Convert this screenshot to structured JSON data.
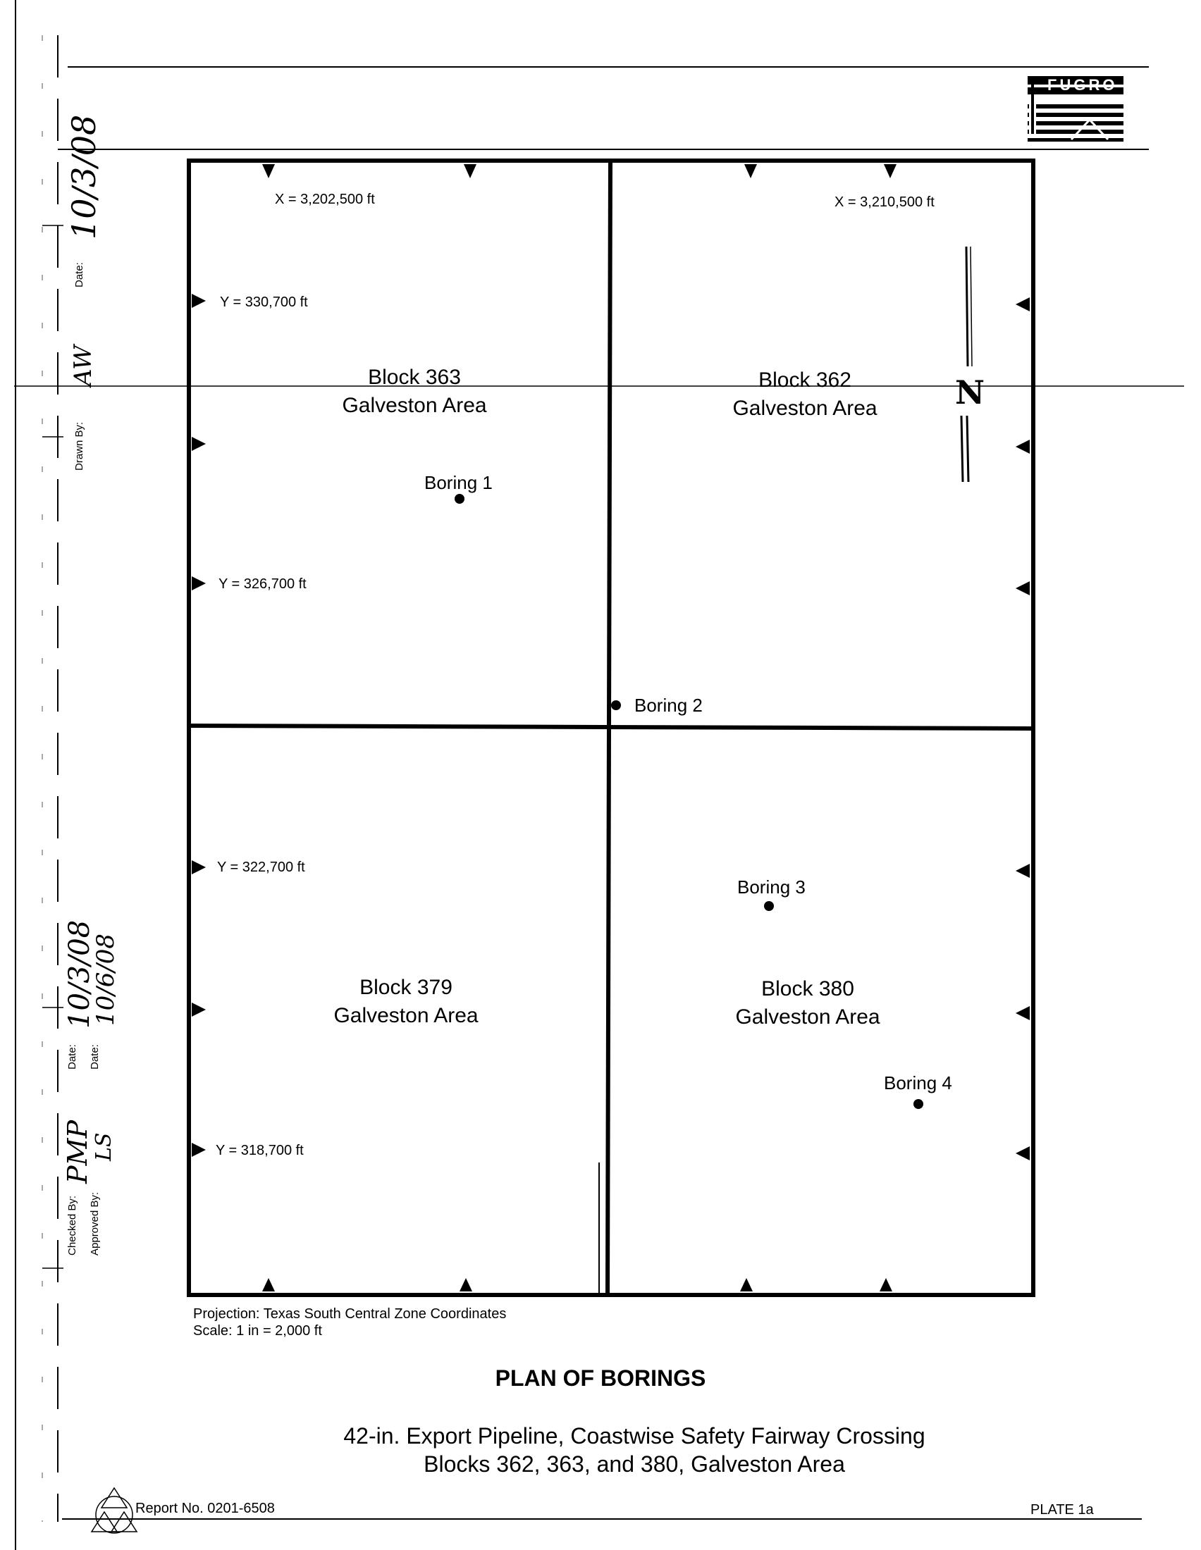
{
  "left_margin": {
    "date_label": "Date:",
    "drawn_by_label": "Drawn By:",
    "checked_by_label": "Checked By:",
    "approved_by_label": "Approved By:",
    "date_label_2": "Date:",
    "date_label_3": "Date:",
    "drawn_date_handwritten": "10/3/08",
    "drawn_by_initials": "AW",
    "checked_by_initials": "PMP",
    "checked_date": "10/3/08",
    "approved_by_initials": "LS",
    "approved_date": "10/6/08"
  },
  "logo": {
    "text": "FUGRO"
  },
  "map": {
    "blocks": [
      {
        "line1": "Block 363",
        "line2": "Galveston Area"
      },
      {
        "line1": "Block 362",
        "line2": "Galveston Area"
      },
      {
        "line1": "Block 379",
        "line2": "Galveston Area"
      },
      {
        "line1": "Block 380",
        "line2": "Galveston Area"
      }
    ],
    "x_coords": [
      "X = 3,202,500 ft",
      "X = 3,210,500 ft"
    ],
    "y_coords": [
      "Y = 330,700 ft",
      "Y = 326,700 ft",
      "Y = 322,700 ft",
      "Y = 318,700 ft"
    ],
    "borings": [
      "Boring 1",
      "Boring 2",
      "Boring 3",
      "Boring 4"
    ],
    "north_arrow_label": "N"
  },
  "notes": {
    "projection": "Projection:  Texas South Central Zone Coordinates",
    "scale": "Scale: 1 in = 2,000 ft"
  },
  "title": {
    "main": "PLAN OF BORINGS",
    "line1": "42-in. Export Pipeline, Coastwise Safety Fairway Crossing",
    "line2": "Blocks 362, 363, and 380, Galveston Area"
  },
  "footer": {
    "report_no": "Report No. 0201-6508",
    "plate": "PLATE 1a"
  }
}
